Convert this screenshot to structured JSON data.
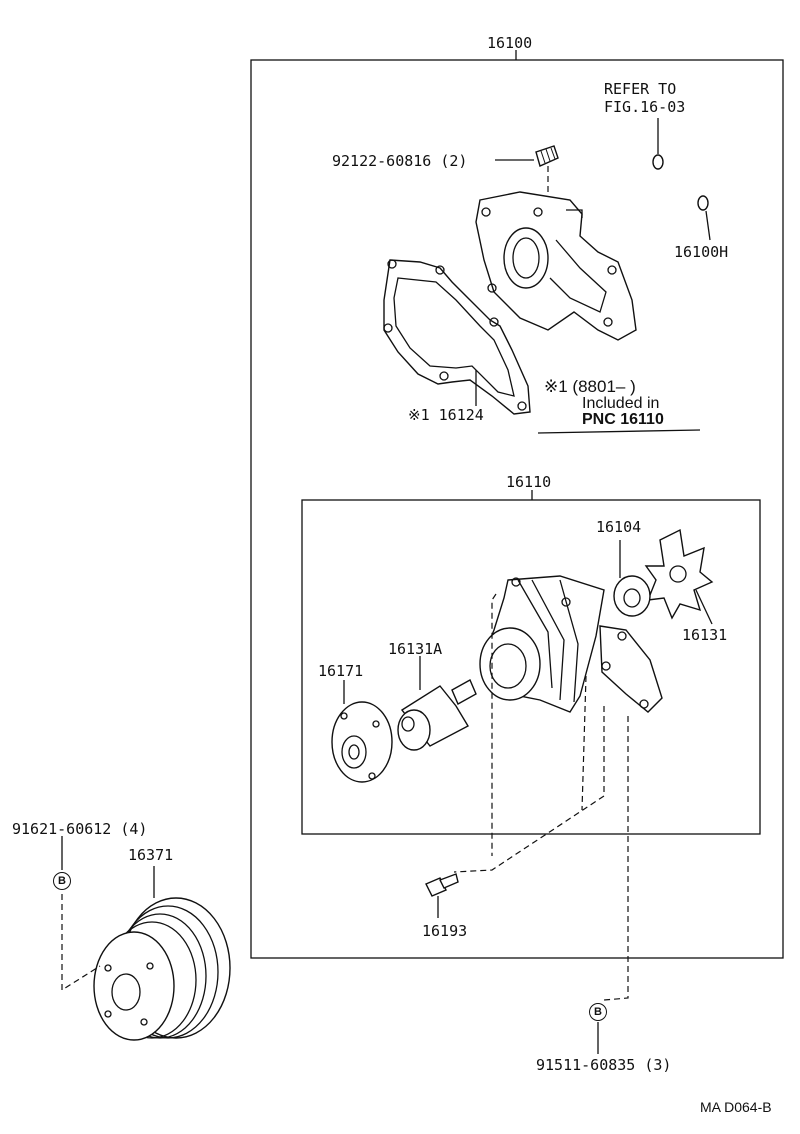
{
  "diagram": {
    "labels": {
      "assy_16100": "16100",
      "refer_line1": "REFER TO",
      "refer_line2": "FIG.16-03",
      "stud_92122": "92122-60816 (2)",
      "ring_16100h": "16100H",
      "gasket_16124": "※1  16124",
      "note_line1": "※1 (8801–        )",
      "note_line2": "Included in",
      "note_line3": "PNC 16110",
      "sub_assy_16110": "16110",
      "seat_16104": "16104",
      "impeller_16131": "16131",
      "shaft_16131a": "16131A",
      "flange_16171": "16171",
      "bolt_16193": "16193",
      "bolt_91621": "91621-60612 (4)",
      "pulley_16371": "16371",
      "bolt_91511": "91511-60835 (3)",
      "ref_code": "MA  D064-B"
    },
    "badges": {
      "b_left": "B",
      "b_bottom": "B"
    }
  }
}
